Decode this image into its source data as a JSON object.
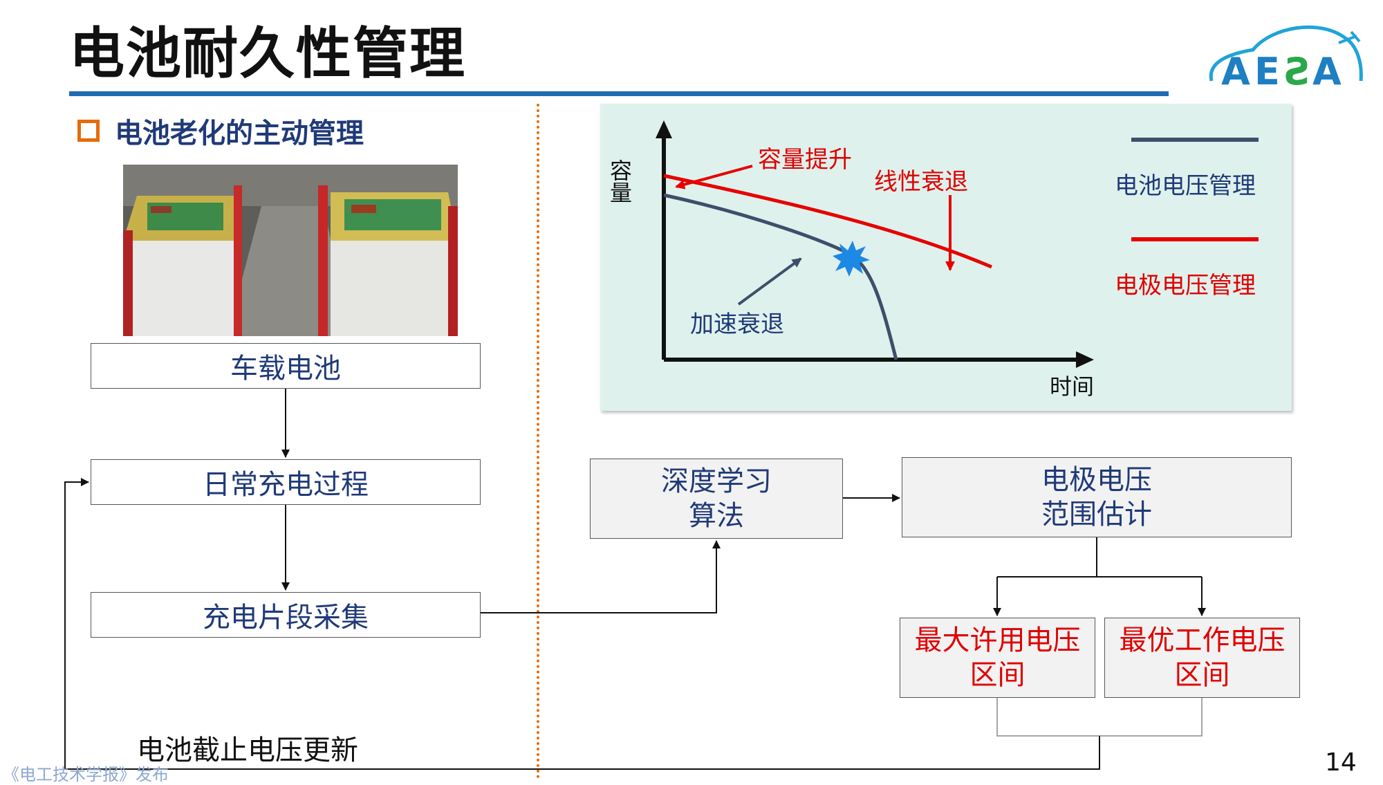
{
  "slide": {
    "title": "电池耐久性管理",
    "section_heading": "电池老化的主动管理",
    "logo_text": "AESA",
    "page_number": "14",
    "watermark": "《电工技术学报》发布"
  },
  "left_flow": {
    "box1": "车载电池",
    "box2": "日常充电过程",
    "box3": "充电片段采集",
    "feedback_label": "电池截止电压更新"
  },
  "right_flow": {
    "algo_box": "深度学习\n算法",
    "estimate_box": "电极电压\n范围估计",
    "max_box": "最大许用电压\n区间",
    "opt_box": "最优工作电压\n区间"
  },
  "chart_data": {
    "type": "line",
    "ylabel": "容量",
    "xlabel": "时间",
    "annotations": [
      "容量提升",
      "线性衰退",
      "加速衰退"
    ],
    "series": [
      {
        "name": "电池电压管理",
        "color": "#3d4f6b"
      },
      {
        "name": "电极电压管理",
        "color": "#e60000"
      }
    ]
  },
  "colors": {
    "accent_blue": "#1f6cb3",
    "accent_orange": "#e46c0a",
    "text_navy": "#1f3a78",
    "red": "#e00000",
    "panel": "#dff1ec"
  }
}
